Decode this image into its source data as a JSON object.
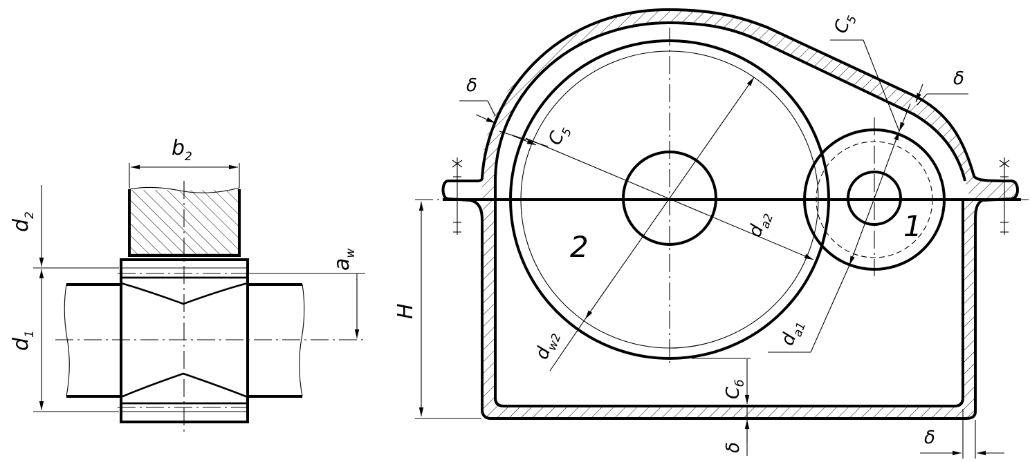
{
  "left_view": {
    "dims": {
      "b2": {
        "main": "b",
        "sub": "2"
      },
      "d2": {
        "main": "d",
        "sub": "2"
      },
      "d1": {
        "main": "d",
        "sub": "1"
      },
      "aw": {
        "main": "a",
        "sub": "w"
      }
    }
  },
  "right_view": {
    "dims": {
      "delta_left": "δ",
      "c5_left": "C",
      "c5_left_sub": "5",
      "c5_top": "C",
      "c5_top_sub": "5",
      "delta_top_right": "δ",
      "da2": {
        "main": "d",
        "sub": "a2"
      },
      "da1": {
        "main": "d",
        "sub": "a1"
      },
      "dw2": {
        "main": "d",
        "sub": "w2"
      },
      "H": "H",
      "c6": {
        "main": "C",
        "sub": "б"
      },
      "delta_bottom": "δ",
      "delta_bottom_right": "δ"
    },
    "gear_labels": {
      "wheel": "2",
      "pinion": "1"
    }
  },
  "colors": {
    "line": "#000000",
    "background": "#ffffff"
  }
}
